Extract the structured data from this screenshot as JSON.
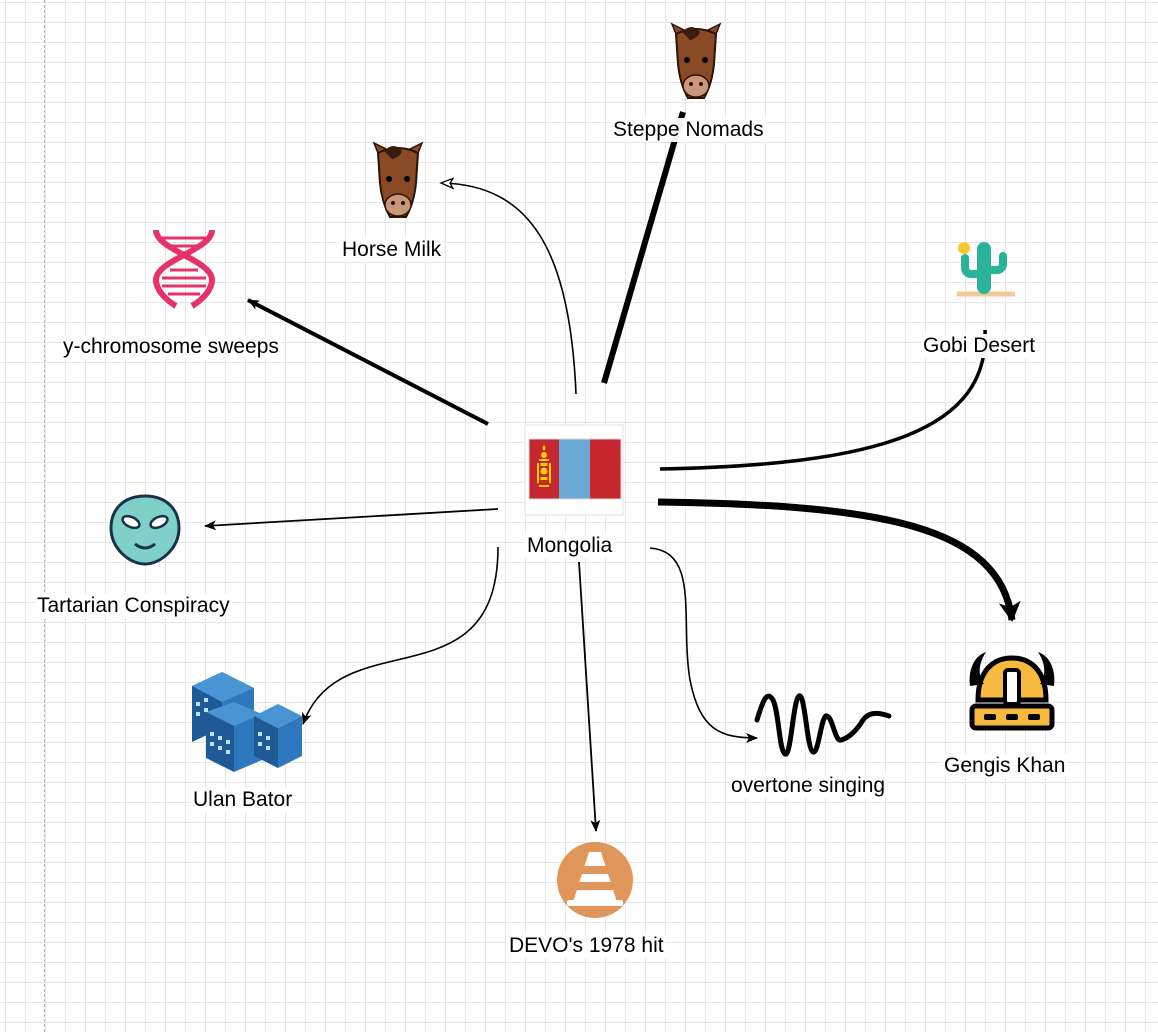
{
  "nodes": {
    "mongolia": {
      "label": "Mongolia"
    },
    "steppe_nomads": {
      "label": "Steppe Nomads"
    },
    "horse_milk": {
      "label": "Horse Milk"
    },
    "y_chromosome": {
      "label": "y-chromosome sweeps"
    },
    "gobi": {
      "label": "Gobi Desert"
    },
    "tartarian": {
      "label": "Tartarian Conspiracy"
    },
    "gengis": {
      "label": "Gengis Khan"
    },
    "ulan_bator": {
      "label": "Ulan Bator"
    },
    "overtone": {
      "label": "overtone singing"
    },
    "devo": {
      "label": "DEVO's 1978 hit"
    }
  },
  "icons": {
    "mongolia": "mongolia-flag-icon",
    "steppe_nomads": "horse-head-icon",
    "horse_milk": "horse-head-icon",
    "y_chromosome": "dna-helix-icon",
    "gobi": "cactus-desert-icon",
    "tartarian": "alien-face-icon",
    "gengis": "viking-helmet-icon",
    "ulan_bator": "city-buildings-icon",
    "overtone": "sound-wave-icon",
    "devo": "traffic-cone-icon"
  },
  "colors": {
    "flag_red": "#c4272f",
    "flag_blue": "#6aa8d8",
    "flag_soyombo": "#f9cf02",
    "dna": "#e5336a",
    "alien": "#7fd0c8",
    "buildings": "#2b6fae",
    "cone_circle": "#e0965a",
    "helmet_gold": "#f7b93e",
    "horse_brown": "#8a4a26",
    "cactus": "#2bb39a"
  }
}
